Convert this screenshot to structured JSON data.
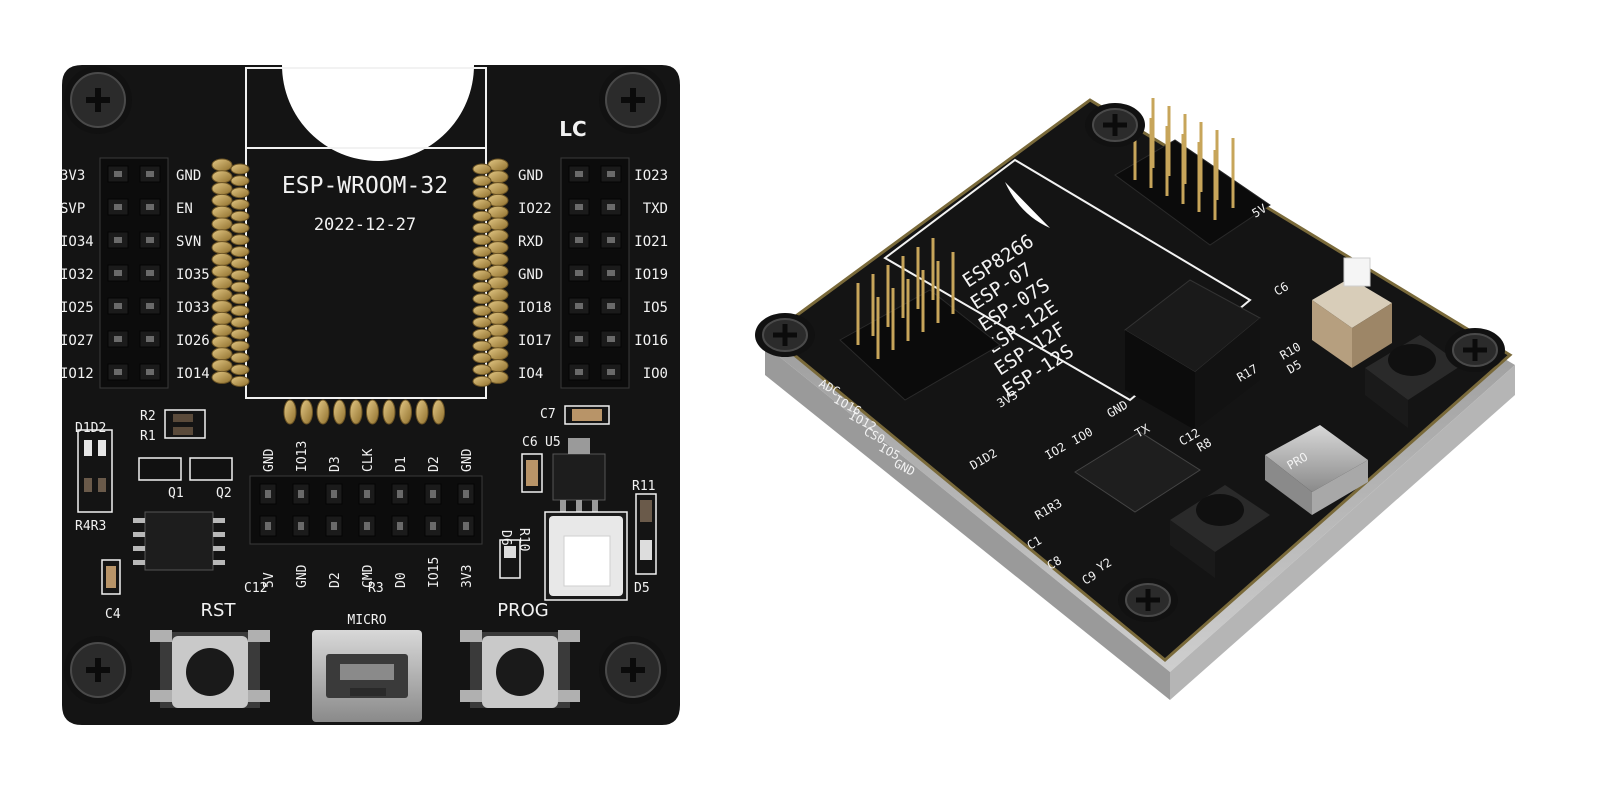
{
  "colors": {
    "pcb": "#141414",
    "silk": "#f2f2f2",
    "gold": "#c7a55a",
    "usb": "#b9b9b9",
    "button_cap": "#e8e8e8",
    "slide_cap": "#b69f7f"
  },
  "board_left": {
    "module_label": "ESP-WROOM-32",
    "date_code": "2022-12-27",
    "brand": "LC",
    "left_header_outer": [
      "3V3",
      "SVP",
      "IO34",
      "IO32",
      "IO25",
      "IO27",
      "IO12"
    ],
    "left_header_inner": [
      "GND",
      "EN",
      "SVN",
      "IO35",
      "IO33",
      "IO26",
      "IO14"
    ],
    "right_header_inner": [
      "GND",
      "IO22",
      "RXD",
      "GND",
      "IO18",
      "IO17",
      "IO4"
    ],
    "right_header_outer": [
      "IO23",
      "TXD",
      "IO21",
      "IO19",
      "IO5",
      "IO16",
      "IO0"
    ],
    "bottom_header_top": [
      "GND",
      "IO13",
      "D3",
      "CLK",
      "D1",
      "D2",
      "GND"
    ],
    "bottom_header_bottom": [
      "5V",
      "GND",
      "D2",
      "CMD",
      "D0",
      "IO15",
      "3V3"
    ],
    "components": [
      "R2",
      "R1",
      "D1D2",
      "R4R3",
      "Q1",
      "Q2",
      "C4",
      "C12",
      "R3",
      "C7",
      "C6",
      "U5",
      "R10",
      "D6",
      "R11",
      "D5"
    ],
    "buttons": {
      "rst": "RST",
      "prog": "PROG"
    },
    "usb_label": "MICRO"
  },
  "board_right": {
    "module_list": [
      "ESP8266",
      "ESP-07",
      "ESP-07S",
      "ESP-12E",
      "ESP-12F",
      "ESP-12S"
    ],
    "left_header_labels": [
      "ADC",
      "IO16",
      "IO12",
      "CS0",
      "IO5",
      "GND"
    ],
    "labels": [
      "3V3",
      "GND",
      "TX",
      "R17",
      "C12",
      "R8",
      "D1D2",
      "R1R3",
      "C1",
      "C8",
      "C9",
      "Y2",
      "IO2",
      "IO0",
      "R10",
      "D5",
      "C6",
      "PRO",
      "5V"
    ]
  }
}
